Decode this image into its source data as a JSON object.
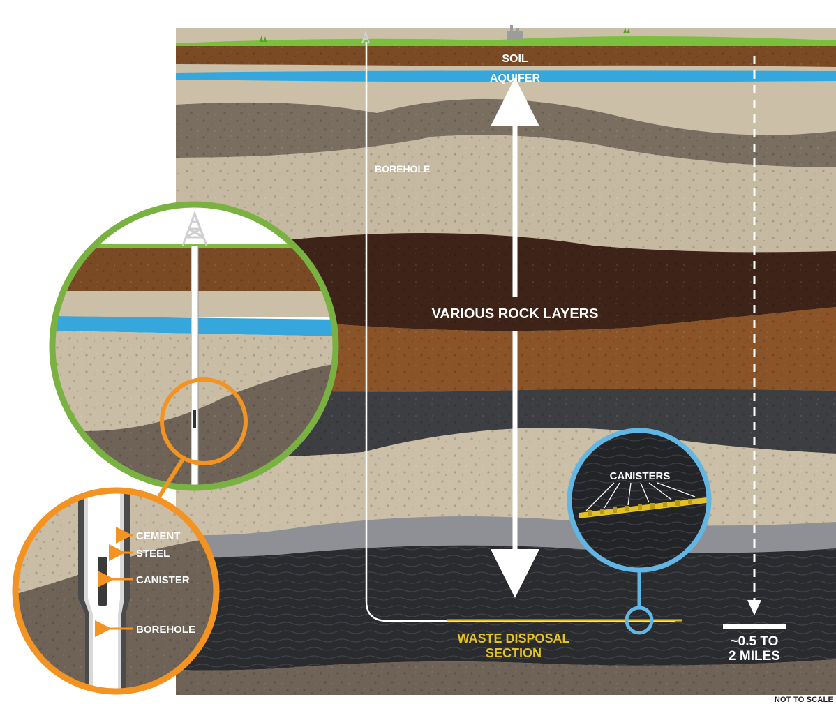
{
  "labels": {
    "soil": "SOIL",
    "aquifer": "AQUIFER",
    "borehole_main": "BOREHOLE",
    "rock_layers": "VARIOUS ROCK LAYERS",
    "canisters": "CANISTERS",
    "waste_line1": "WASTE DISPOSAL",
    "waste_line2": "SECTION",
    "depth_line1": "~0.5 TO",
    "depth_line2": "2 MILES",
    "cement": "CEMENT",
    "steel": "STEEL",
    "canister": "CANISTER",
    "borehole_detail": "BOREHOLE",
    "not_to_scale": "NOT TO SCALE"
  },
  "colors": {
    "grass": "#7cbf3f",
    "soil": "#7a4a24",
    "aquifer": "#35a7dc",
    "sand": "#cbbfa8",
    "taupe": "#7a6e60",
    "dark_brown": "#3e2418",
    "brown": "#8a5328",
    "charcoal": "#3c3e42",
    "black_layer": "#2a2b2e",
    "detail_green_ring": "#7ab241",
    "detail_orange_ring": "#f39322",
    "detail_blue_ring": "#62b6e4",
    "waste_yellow": "#e3c227"
  },
  "icons": [
    "drill-rig-icon",
    "factory-icon",
    "grass-tuft-icon"
  ]
}
